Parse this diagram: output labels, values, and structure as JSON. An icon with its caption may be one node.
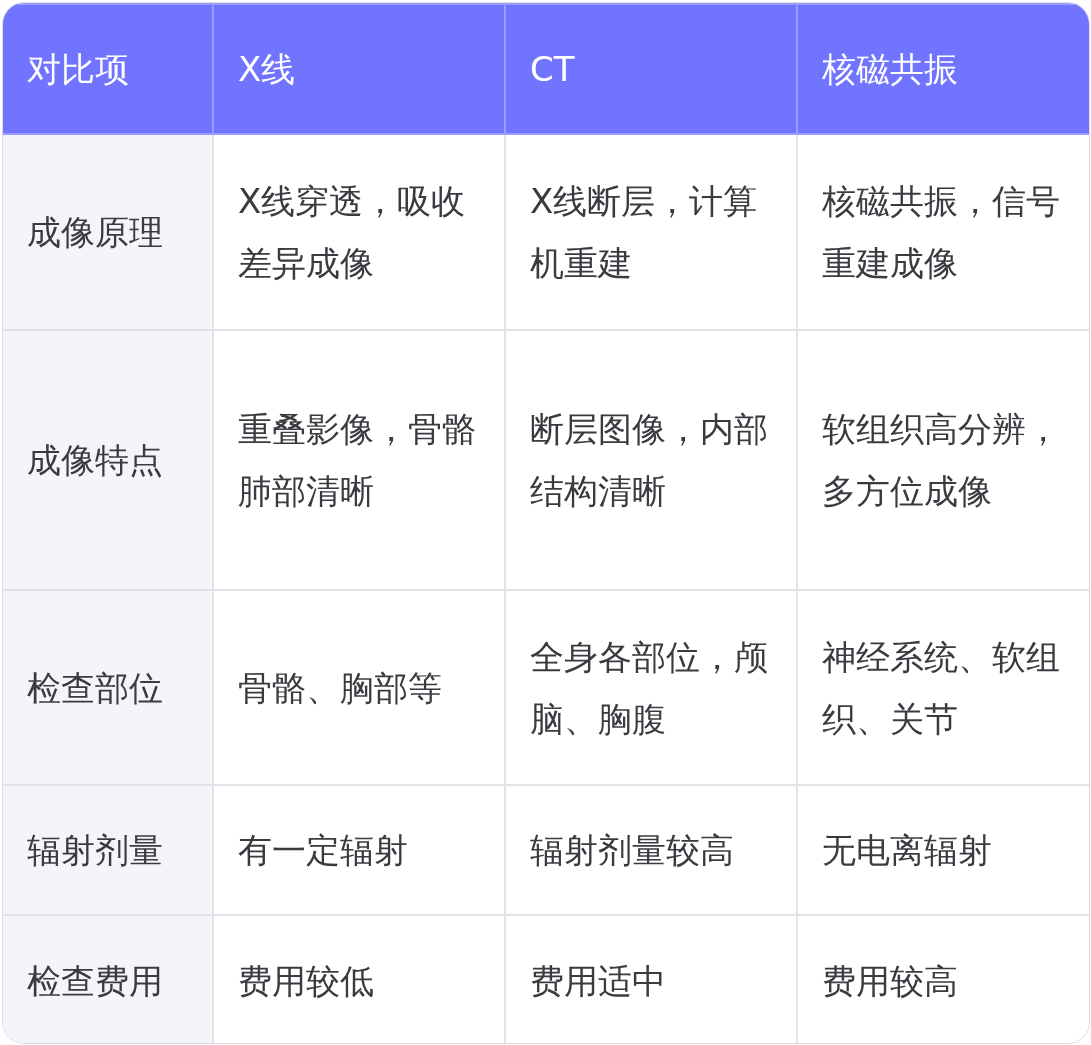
{
  "diagram": {
    "labels": [
      "对比项",
      "X线",
      "CT",
      "核磁共振",
      "成像原理",
      "X线穿透，吸收差异成像",
      "X线断层，计算机重建",
      "核磁共振，信号重建成像",
      "成像特点",
      "重叠影像，骨骼肺部清晰",
      "断层图像，内部结构清晰",
      "软组织高分辨，多方位成像",
      "检查部位",
      "骨骼、胸部等",
      "全身各部位，颅脑、胸腹",
      "神经系统、软组织、关节",
      "辐射剂量",
      "有一定辐射",
      "辐射剂量较高",
      "无电离辐射",
      "检查费用",
      "费用较低",
      "费用适中",
      "费用较高"
    ]
  }
}
